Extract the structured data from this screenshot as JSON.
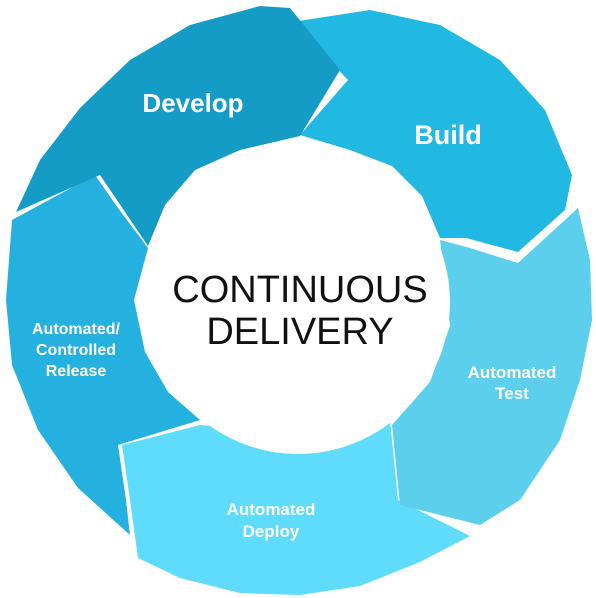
{
  "diagram": {
    "center_title_lines": [
      "CONTINUOUS",
      "DELIVERY"
    ],
    "stages": [
      {
        "lines": [
          "Develop"
        ],
        "color": "#149bc6"
      },
      {
        "lines": [
          "Build"
        ],
        "color": "#21b8e1"
      },
      {
        "lines": [
          "Automated",
          "Test"
        ],
        "color": "#5bcfec"
      },
      {
        "lines": [
          "Automated",
          "Deploy"
        ],
        "color": "#5fdcfb"
      },
      {
        "lines": [
          "Automated/",
          "Controlled",
          "Release"
        ],
        "color": "#25b1df"
      }
    ]
  }
}
